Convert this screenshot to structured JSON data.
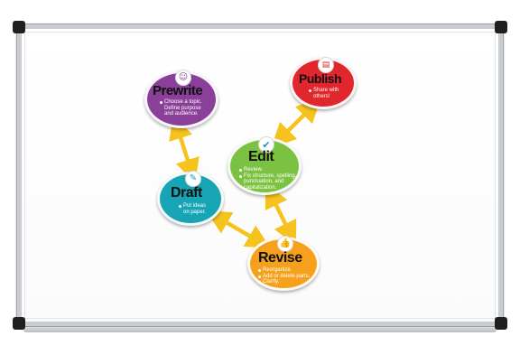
{
  "diagram": {
    "colors": {
      "prewrite": "#8a3f98",
      "publish": "#e2262e",
      "edit": "#7cc242",
      "draft": "#17a5b6",
      "revise": "#f5a11c",
      "arrow": "#f6c21e"
    },
    "nodes": {
      "prewrite": {
        "title": "Prewrite",
        "icon": "lightbulb-head-icon",
        "items": [
          "Choose a topic.",
          "Define purpose",
          "and audience."
        ]
      },
      "publish": {
        "title": "Publish",
        "icon": "book-icon",
        "items": [
          "Share with",
          "others!"
        ]
      },
      "edit": {
        "title": "Edit",
        "icon": "checkmark-icon",
        "items": [
          "Review.",
          "Fix structure, spelling,",
          "punctuation, and",
          "capitalization."
        ]
      },
      "draft": {
        "title": "Draft",
        "icon": "pencil-icon",
        "items": [
          "Put ideas",
          "on paper."
        ]
      },
      "revise": {
        "title": "Revise",
        "icon": "thumbs-up-icon",
        "items": [
          "Reorganize.",
          "Add or delete parts.",
          "Clarify."
        ]
      }
    },
    "connections": [
      [
        "prewrite",
        "draft"
      ],
      [
        "draft",
        "revise"
      ],
      [
        "revise",
        "edit"
      ],
      [
        "edit",
        "publish"
      ]
    ]
  }
}
